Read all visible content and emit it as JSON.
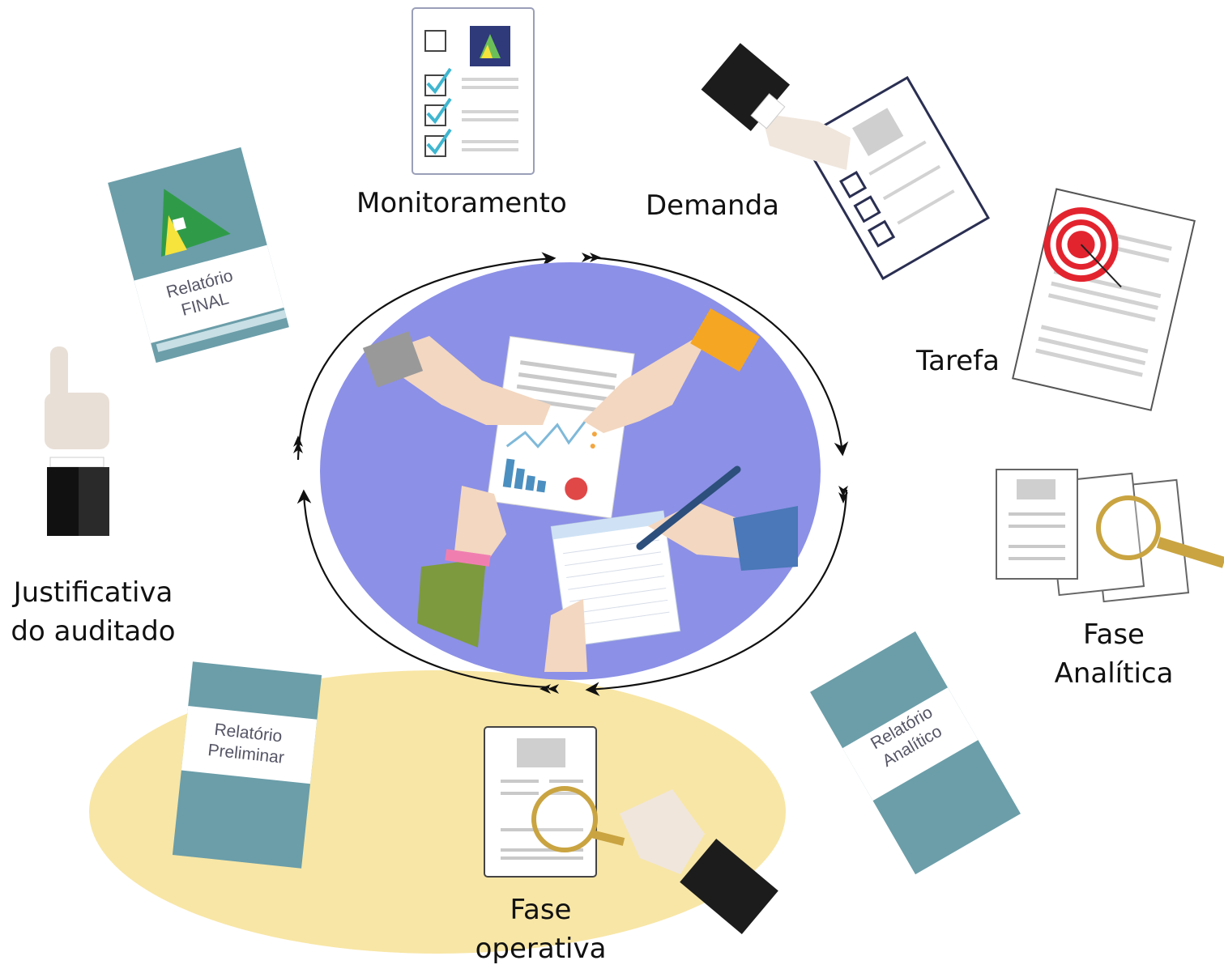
{
  "colors": {
    "book_teal": "#6b9ea9",
    "center_circle": "#8c90e6",
    "highlight_oval": "#f8e6a6",
    "cuff_black": "#1c1c1c",
    "skin": "#f3d7c0",
    "target_red": "#e2242f",
    "magnifier_gold": "#c9a441",
    "check_teal": "#3fb6d0"
  },
  "stages": {
    "monitoramento": {
      "label": "Monitoramento",
      "icon": "checklist-icon"
    },
    "demanda": {
      "label": "Demanda",
      "icon": "hand-holding-checklist-icon"
    },
    "tarefa": {
      "label": "Tarefa",
      "icon": "target-document-icon"
    },
    "fase_analitica": {
      "line1": "Fase",
      "line2": "Analítica",
      "icon": "documents-magnifier-icon"
    },
    "fase_operativa": {
      "line1": "Fase",
      "line2": "operativa",
      "icon": "document-magnifier-hand-icon"
    },
    "justificativa": {
      "line1": "Justificativa",
      "line2": "do auditado",
      "icon": "pointing-hand-icon"
    }
  },
  "books": {
    "final": {
      "line1": "Relatório",
      "line2": "FINAL"
    },
    "analitico": {
      "line1": "Relatório",
      "line2": "Analítico"
    },
    "preliminar": {
      "line1": "Relatório",
      "line2": "Preliminar"
    }
  },
  "center": {
    "icon": "team-reviewing-documents-icon"
  }
}
